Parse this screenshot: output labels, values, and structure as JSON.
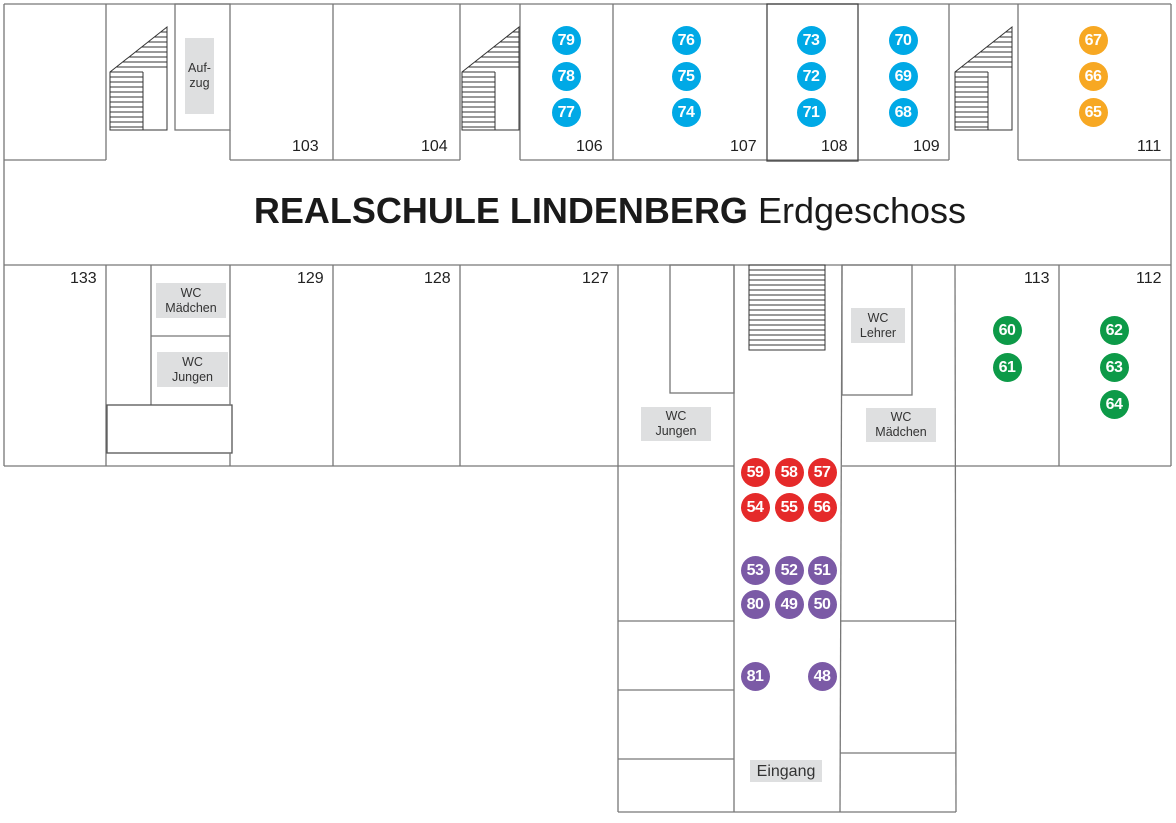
{
  "title": {
    "bold": "REALSCHULE LINDENBERG",
    "regular": "Erdgeschoss"
  },
  "rooms": {
    "r103": "103",
    "r104": "104",
    "r106": "106",
    "r107": "107",
    "r108": "108",
    "r109": "109",
    "r111": "111",
    "r133": "133",
    "r129": "129",
    "r128": "128",
    "r127": "127",
    "r113": "113",
    "r112": "112"
  },
  "labels": {
    "elevator": [
      "Auf-",
      "zug"
    ],
    "wc_girls_left": [
      "WC",
      "Mädchen"
    ],
    "wc_boys_left": [
      "WC",
      "Jungen"
    ],
    "wc_boys_center": [
      "WC",
      "Jungen"
    ],
    "wc_teachers": [
      "WC",
      "Lehrer"
    ],
    "wc_girls_right": [
      "WC",
      "Mädchen"
    ],
    "entrance": "Eingang"
  },
  "colors": {
    "blue": "#00a9e6",
    "orange": "#f7a823",
    "green": "#0d9a48",
    "red": "#e52a2a",
    "purple": "#7b5aa6"
  },
  "markers": [
    {
      "n": "79",
      "c": "blue"
    },
    {
      "n": "78",
      "c": "blue"
    },
    {
      "n": "77",
      "c": "blue"
    },
    {
      "n": "76",
      "c": "blue"
    },
    {
      "n": "75",
      "c": "blue"
    },
    {
      "n": "74",
      "c": "blue"
    },
    {
      "n": "73",
      "c": "blue"
    },
    {
      "n": "72",
      "c": "blue"
    },
    {
      "n": "71",
      "c": "blue"
    },
    {
      "n": "70",
      "c": "blue"
    },
    {
      "n": "69",
      "c": "blue"
    },
    {
      "n": "68",
      "c": "blue"
    },
    {
      "n": "67",
      "c": "orange"
    },
    {
      "n": "66",
      "c": "orange"
    },
    {
      "n": "65",
      "c": "orange"
    },
    {
      "n": "60",
      "c": "green"
    },
    {
      "n": "61",
      "c": "green"
    },
    {
      "n": "62",
      "c": "green"
    },
    {
      "n": "63",
      "c": "green"
    },
    {
      "n": "64",
      "c": "green"
    },
    {
      "n": "59",
      "c": "red"
    },
    {
      "n": "58",
      "c": "red"
    },
    {
      "n": "57",
      "c": "red"
    },
    {
      "n": "54",
      "c": "red"
    },
    {
      "n": "55",
      "c": "red"
    },
    {
      "n": "56",
      "c": "red"
    },
    {
      "n": "53",
      "c": "purple"
    },
    {
      "n": "52",
      "c": "purple"
    },
    {
      "n": "51",
      "c": "purple"
    },
    {
      "n": "80",
      "c": "purple"
    },
    {
      "n": "49",
      "c": "purple"
    },
    {
      "n": "50",
      "c": "purple"
    },
    {
      "n": "81",
      "c": "purple"
    },
    {
      "n": "48",
      "c": "purple"
    }
  ]
}
